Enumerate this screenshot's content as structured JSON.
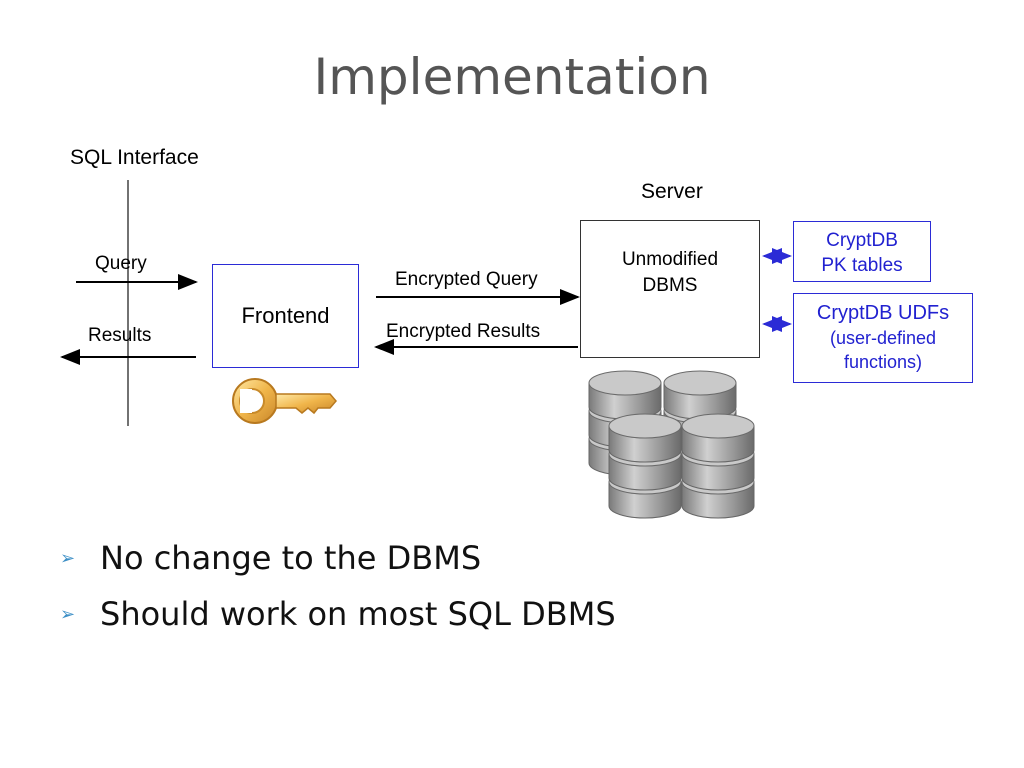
{
  "slide": {
    "title": "Implementation",
    "bullets": [
      "No change to the DBMS",
      "Should work on most SQL DBMS"
    ]
  },
  "diagram": {
    "sql_interface_label": "SQL Interface",
    "server_label": "Server",
    "query_label": "Query",
    "results_label": "Results",
    "frontend_label": "Frontend",
    "encrypted_query_label": "Encrypted Query",
    "encrypted_results_label": "Encrypted Results",
    "dbms_label": "Unmodified\nDBMS",
    "pk_tables_label": "CryptDB\nPK tables",
    "udfs_title": "CryptDB UDFs",
    "udfs_subtitle": "(user-defined\nfunctions)"
  },
  "colors": {
    "title": "#555555",
    "box_border_blue": "#2b2bd6",
    "blue_text": "#2121d0",
    "bullet_marker": "#3d8fc6",
    "key_gold": "#e6a53a",
    "disk_gray": "#8c8c8c"
  },
  "icons": [
    "key-icon",
    "database-stack-icon",
    "bullet-arrow-icon"
  ]
}
